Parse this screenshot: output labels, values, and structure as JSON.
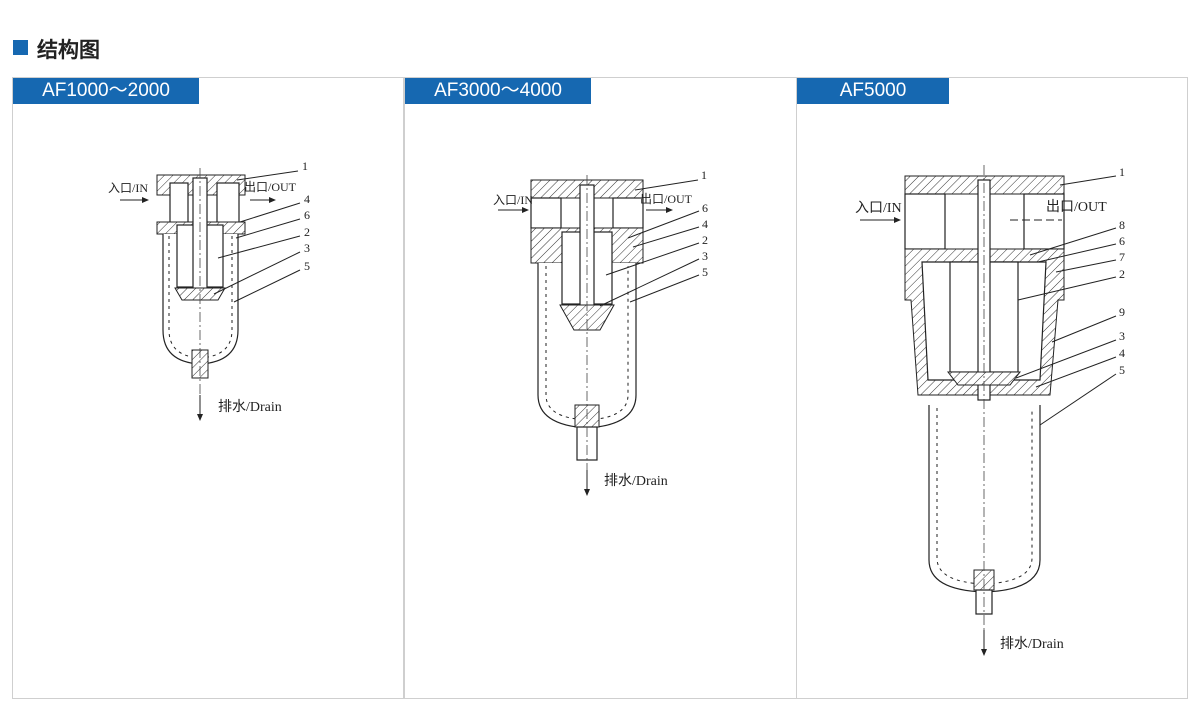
{
  "section": {
    "title": "结构图"
  },
  "panels": [
    {
      "tab": "AF1000～2000",
      "inlet": "入口/IN",
      "outlet": "出口/OUT",
      "drain": "排水/Drain",
      "callouts": [
        "1",
        "4",
        "6",
        "2",
        "3",
        "5"
      ]
    },
    {
      "tab": "AF3000～4000",
      "inlet": "入口/IN",
      "outlet": "出口/OUT",
      "drain": "排水/Drain",
      "callouts": [
        "1",
        "6",
        "4",
        "2",
        "3",
        "5"
      ]
    },
    {
      "tab": "AF5000",
      "inlet": "入口/IN",
      "outlet": "出口/OUT",
      "drain": "排水/Drain",
      "callouts": [
        "1",
        "8",
        "6",
        "7",
        "2",
        "9",
        "3",
        "4",
        "5"
      ]
    }
  ],
  "colors": {
    "accent": "#1668b1"
  }
}
